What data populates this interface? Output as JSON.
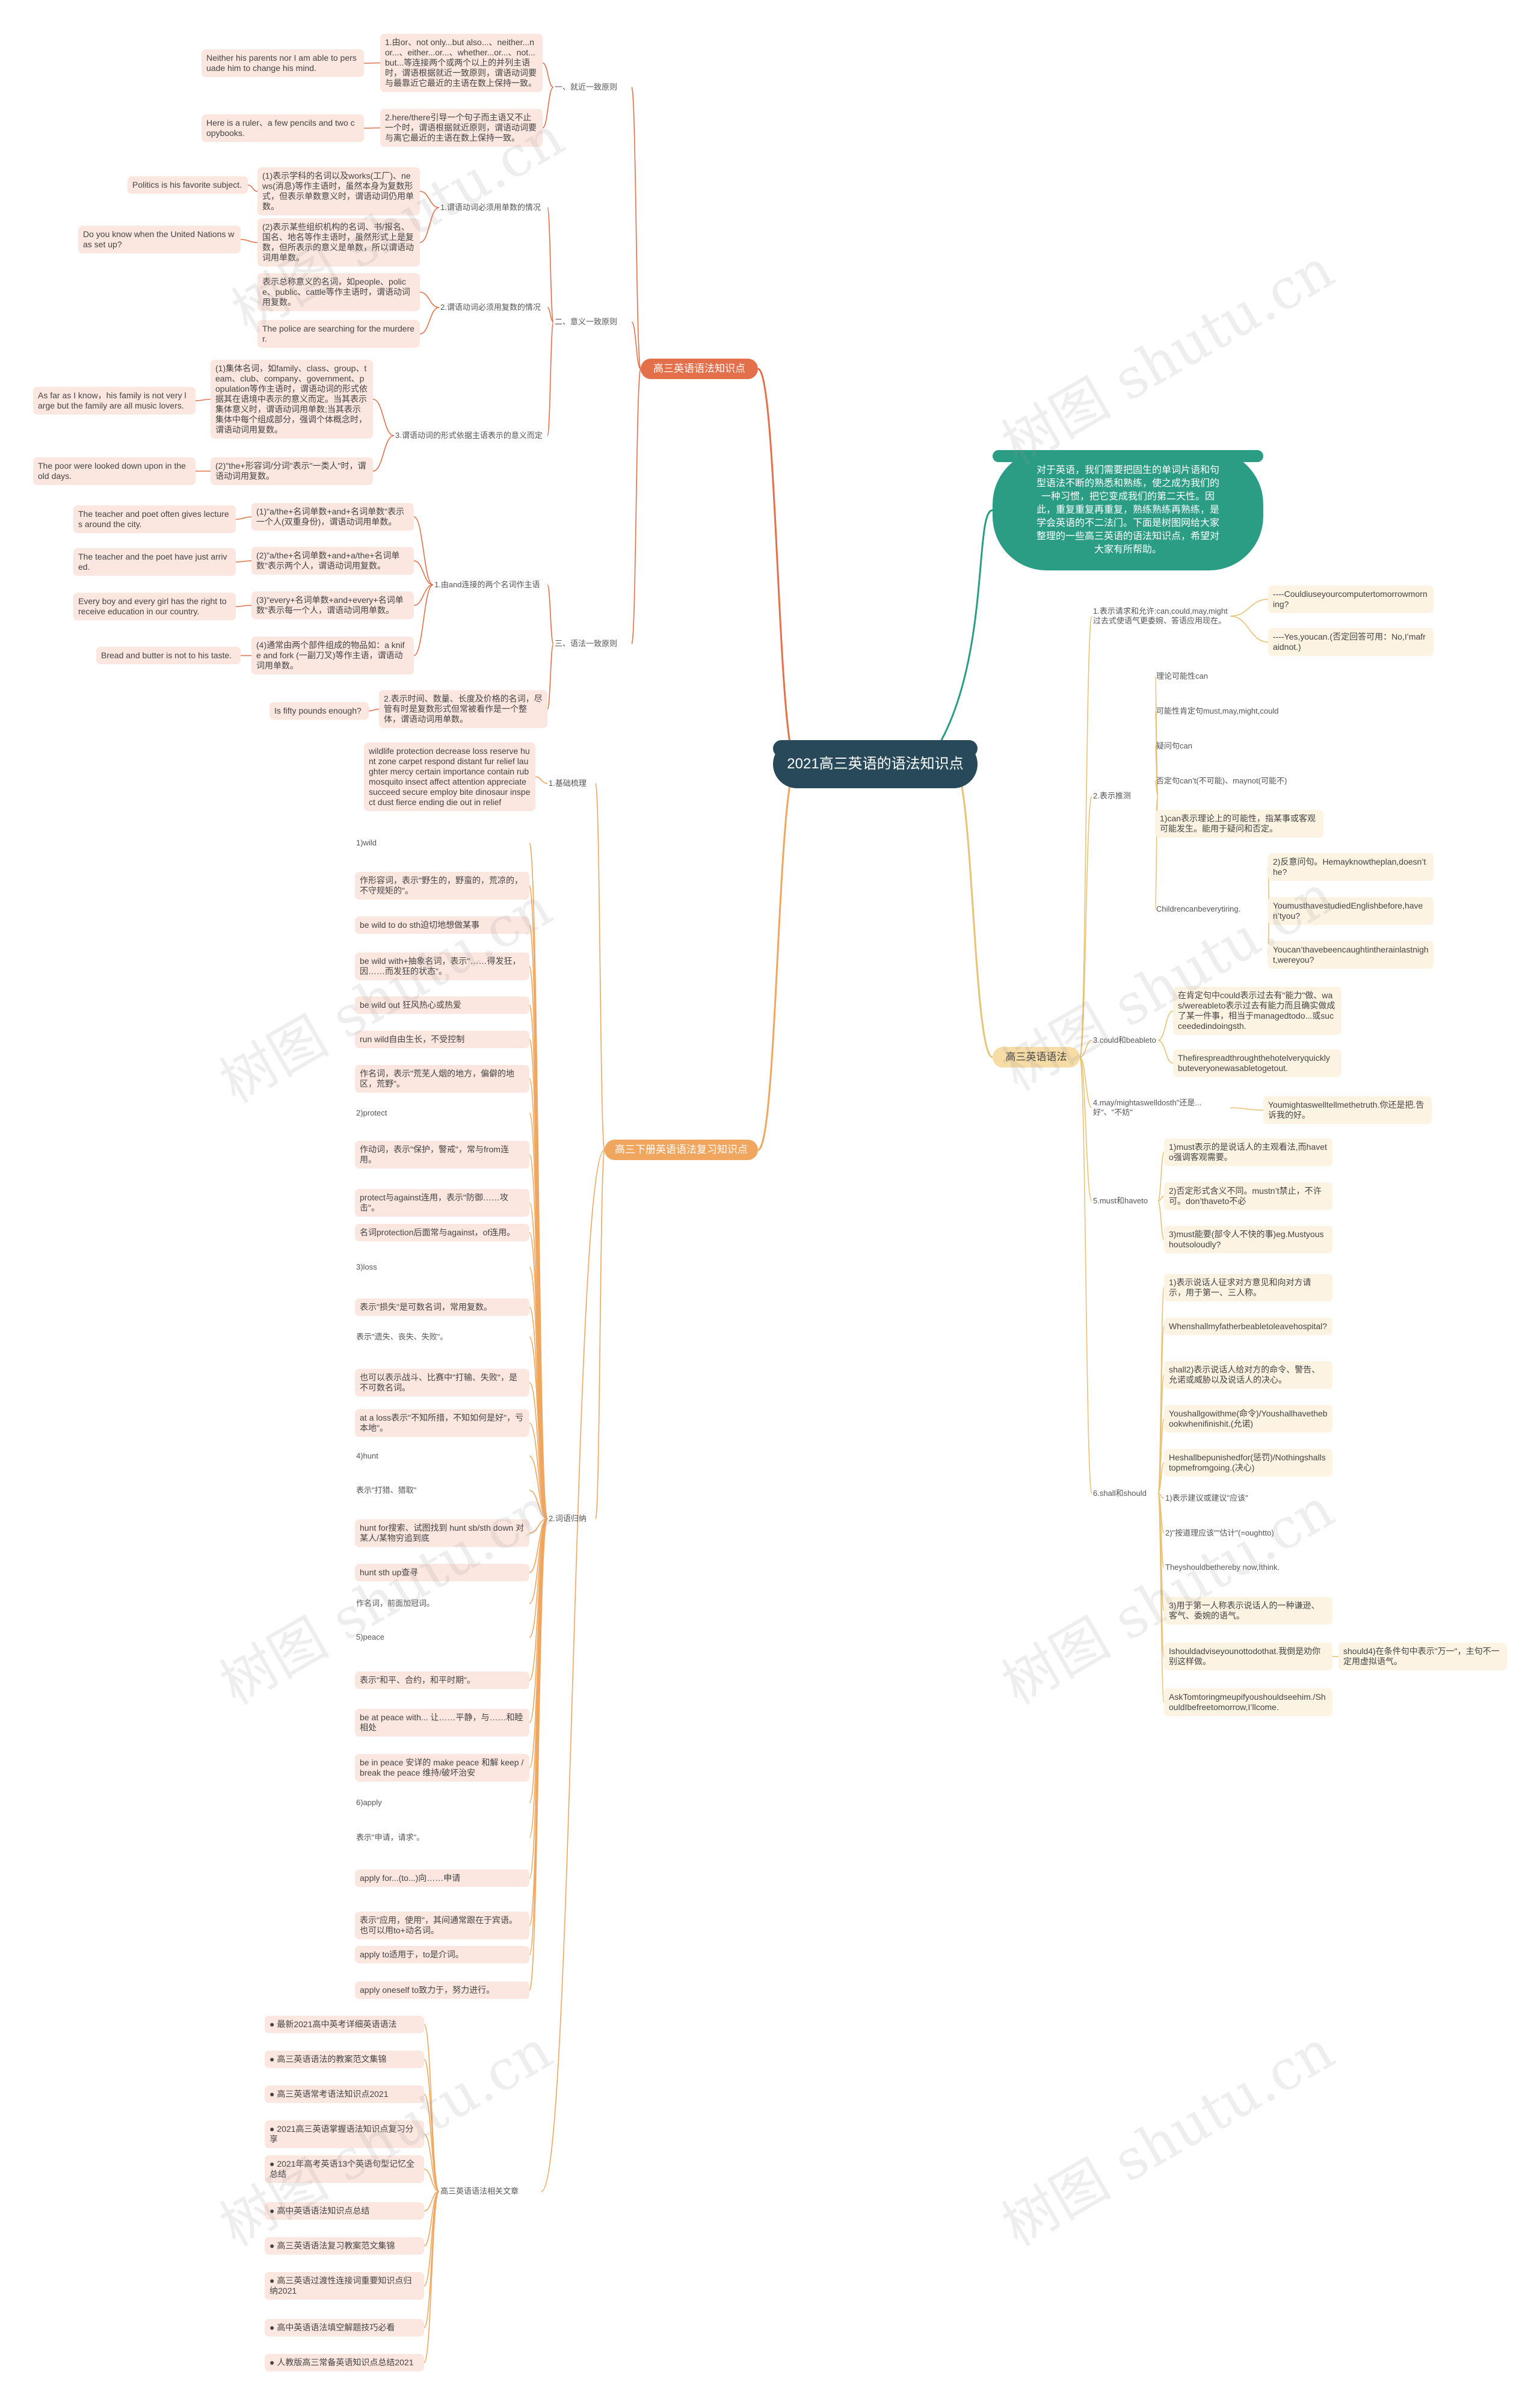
{
  "root": "2021高三英语的语法知识点",
  "intro": "对于英语，我们需要把固生的单词片语和句型语法不断的熟悉和熟练，使之成为我们的一种习惯，把它变成我们的第二天性。因此，重复重复再重复，熟练熟练再熟练，是学会英语的不二法门。下面是树图网给大家整理的一些高三英语的语法知识点，希望对大家有所帮助。",
  "watermark": "树图 shutu.cn",
  "nodes": {
    "b1": "高三英语语法知识点",
    "b2": "高三下册英语语法复习知识点",
    "b3": "高三英语语法",
    "s1": "一、就近一致原则",
    "s2": "二、意义一致原则",
    "s3": "三、语法一致原则",
    "r1": "1.由or、not only...but also...、neither...nor...、either...or...、whether...or...、not...but...等连接两个或两个以上的并列主语时，谓语根据就近一致原则，谓语动词要与最靠近它最近的主语在数上保持一致。",
    "r1e": "Neither his parents nor I am able to persuade him to change his mind.",
    "r2": "2.here/there引导一个句子而主语又不止一个时，谓语根据就近原则，谓语动词要与离它最近的主语在数上保持一致。",
    "r2e": "Here is a ruler、a few pencils and two copybooks.",
    "m1": "1.谓语动词必须用单数的情况",
    "m1a": "(1)表示学科的名词以及works(工厂)、news(消息)等作主语时，虽然本身为复数形式，但表示单数意义时，谓语动词仍用单数。",
    "m1ae": "Politics is his favorite subject.",
    "m1b": "(2)表示某些组织机构的名词、书/报名、国名、地名等作主语时，虽然形式上是复数，但所表示的意义是单数，所以谓语动词用单数。",
    "m1be": "Do you know when the United Nations was set up?",
    "m2": "2.谓语动词必须用复数的情况",
    "m2a": "表示总称意义的名词，如people、police、public、cattle等作主语时，谓语动词用复数。",
    "m2ae": "The police are searching for the murderer.",
    "m3": "3.谓语动词的形式依据主语表示的意义而定",
    "m3a": "(1)集体名词，如family、class、group、team、club、company、government、population等作主语时，谓语动词的形式依据其在语境中表示的意义而定。当其表示集体意义时，谓语动词用单数;当其表示集体中每个组成部分，强调个体概念时，谓语动词用复数。",
    "m3ae": "As far as I know，his family is not very large but the family are all music lovers.",
    "m3b": "(2)\"the+形容词/分词\"表示\"一类人\"时，谓语动词用复数。",
    "m3be": "The poor were looked down upon in the old days.",
    "g1": "1.由and连接的两个名词作主语",
    "g1a": "(1)\"a/the+名词单数+and+名词单数\"表示一个人(双重身份)，谓语动词用单数。",
    "g1ae": "The teacher and poet often gives lectures around the city.",
    "g1b": "(2)\"a/the+名词单数+and+a/the+名词单数\"表示两个人，谓语动词用复数。",
    "g1be": "The teacher and the poet have just arrived.",
    "g1c": "(3)\"every+名词单数+and+every+名词单数\"表示每一个人，谓语动词用单数。",
    "g1ce": "Every boy and every girl has the right to receive education in our country.",
    "g1d": "(4)通常由两个部件组成的物品如：a knife and fork (一副刀叉)等作主语，谓语动词用单数。",
    "g1de": "Bread and butter is not to his taste.",
    "g2": "2.表示时间、数量、长度及价格的名词，尽管有时是复数形式但常被看作是一个整体，谓语动词用单数。",
    "g2e": "Is fifty pounds enough?",
    "v1": "1.基础梳理",
    "v1a": "wildlife protection decrease loss reserve hunt zone carpet respond distant fur relief laughter mercy certain importance contain rub mosquito insect affect attention appreciate succeed secure employ bite dinosaur inspect dust fierce ending die out in relief",
    "v2": "2.词语归纳",
    "w": [
      "1)wild",
      "作形容词，表示\"野生的，野蛮的，荒凉的，不守规矩的\"。",
      "be wild to do sth迫切地想做某事",
      "be wild with+抽象名词，表示\"……得发狂，因……而发狂的状态\"。",
      "be wild out 狂风热心或热爱",
      "run wild自由生长，不受控制",
      "作名词，表示\"荒芜人烟的地方，偏僻的地区，荒野\"。",
      "2)protect",
      "作动词，表示\"保护，警戒\"，常与from连用。",
      "protect与against连用，表示\"防御……攻击\"。",
      "名词protection后面常与against，of连用。",
      "3)loss",
      "表示\"损失\"是可数名词，常用复数。",
      "表示\"遗失、丧失、失败\"。",
      "也可以表示战斗、比赛中\"打输、失败\"，是不可数名词。",
      "at a loss表示\"不知所措，不知如何是好\"，亏本地\"。",
      "4)hunt",
      "表示\"打猎、猎取\"",
      "hunt for搜索、试图找到 hunt sb/sth down 对某人/某物穷追到底",
      "hunt sth up查寻",
      "作名词，前面加冠词。",
      "5)peace",
      "表示\"和平、合约，和平时期\"。",
      "be at peace with... 让……平静，与……和睦相处",
      "be in peace 安详的 make peace 和解 keep /break the peace 维持/破坏治安",
      "6)apply",
      "表示\"申请，请求\"。",
      "apply for...(to...)向……申请",
      "表示\"应用，使用\"，其间通常跟在于宾语。也可以用to+动名词。",
      "apply to适用于，to是介词。",
      "apply oneself to致力于，努力进行。"
    ],
    "v3": "高三英语语法相关文章",
    "a": [
      "● 最新2021高中英考详细英语语法",
      "● 高三英语语法的教案范文集锦",
      "● 高三英语常考语法知识点2021",
      "● 2021高三英语掌握语法知识点复习分享",
      "● 2021年高考英语13个英语句型记忆全总结",
      "● 高中英语语法知识点总结",
      "● 高三英语语法复习教案范文集锦",
      "● 高三英语过渡性连接词重要知识点归纳2021",
      "● 高中英语语法填空解题技巧必看",
      "● 人教版高三常备英语知识点总结2021"
    ],
    "q1": "1.表示请求和允许:can,could,may,might 过去式使语气更委婉、答语应用现在。",
    "q1a": "----Couldiuseyourcomputertomorrowmorning?",
    "q1b": "----Yes,youcan.(否定回答可用：No,I’mafraidnot.)",
    "q2": "2.表示推测",
    "q2a": "理论可能性can",
    "q2b": "可能性肯定句must,may,might,could",
    "q2c": "疑问句can",
    "q2d": "否定句can’t(不可能)、maynot(可能不)",
    "q2e": "1)can表示理论上的可能性，指某事或客观可能发生。能用于疑问和否定。",
    "q2f": "Childrencanbeverytiring.",
    "q2g": "2)反意问句。Hemayknowtheplan,doesn’the?",
    "q2h": "YoumusthavestudiedEnglishbefore,haven’tyou?",
    "q2i": "Youcan’thavebeencaughtintherainlastnight,wereyou?",
    "q3": "3.could和beableto",
    "q3a": "在肯定句中could表示过去有\"能力\"做、was/wereableto表示过去有能力而且确实做成了某一件事，相当于managedtodo...或succeededindoingsth.",
    "q3b": "Thefirespreadthroughthehotelveryquickly buteveryonewasabletogetout.",
    "q4": "4.may/mightaswelldosth\"还是...好\"、\"不妨\"",
    "q4a": "Youmightaswelltellmethetruth.你还是把.告诉我的好。",
    "q5": "5.must和haveto",
    "q5a": "1)must表示的是说话人的主观看法,而haveto强调客观需要。",
    "q5b": "2)否定形式含义不同。mustn’t禁止，不许可。don’thaveto不必",
    "q5c": "3)must能要(部令人不快的事)eg.Mustyoushoutsoloudly?",
    "q6": "6.shall和should",
    "q6a": "1)表示说话人征求对方意见和向对方请示，用于第一、三人称。",
    "q6b": "Whenshallmyfatherbeabletoleavehospital?",
    "q6c": "shall2)表示说话人给对方的命令、警告、允诺或威胁以及说话人的决心。",
    "q6d": "Youshallgowithme(命令)/Youshallhavethebookwhenifinishit.(允诺)",
    "q6e": "Heshallbepunishedfor(惩罚)/Nothingshallstopmefromgoing.(决心)",
    "q6f": "1)表示建议或建议\"应该\"",
    "q6g": "2)\"按道理应该\"\"估计\"(=oughtto)",
    "q6h": "Theyshouldbethereby now,Ithink.",
    "q6i": "3)用于第一人称表示说话人的一种谦逊、客气、委婉的语气。",
    "q6j": "Ishouldadviseyounottodothat.我倒是劝你别这样做。",
    "q6k": "should4)在条件句中表示\"万一\"，主句不一定用虚拟语气。",
    "q6l": "AskTomtoringmeupifyoushouldseehim./ShouldIbefreetomorrow,I’llcome."
  }
}
